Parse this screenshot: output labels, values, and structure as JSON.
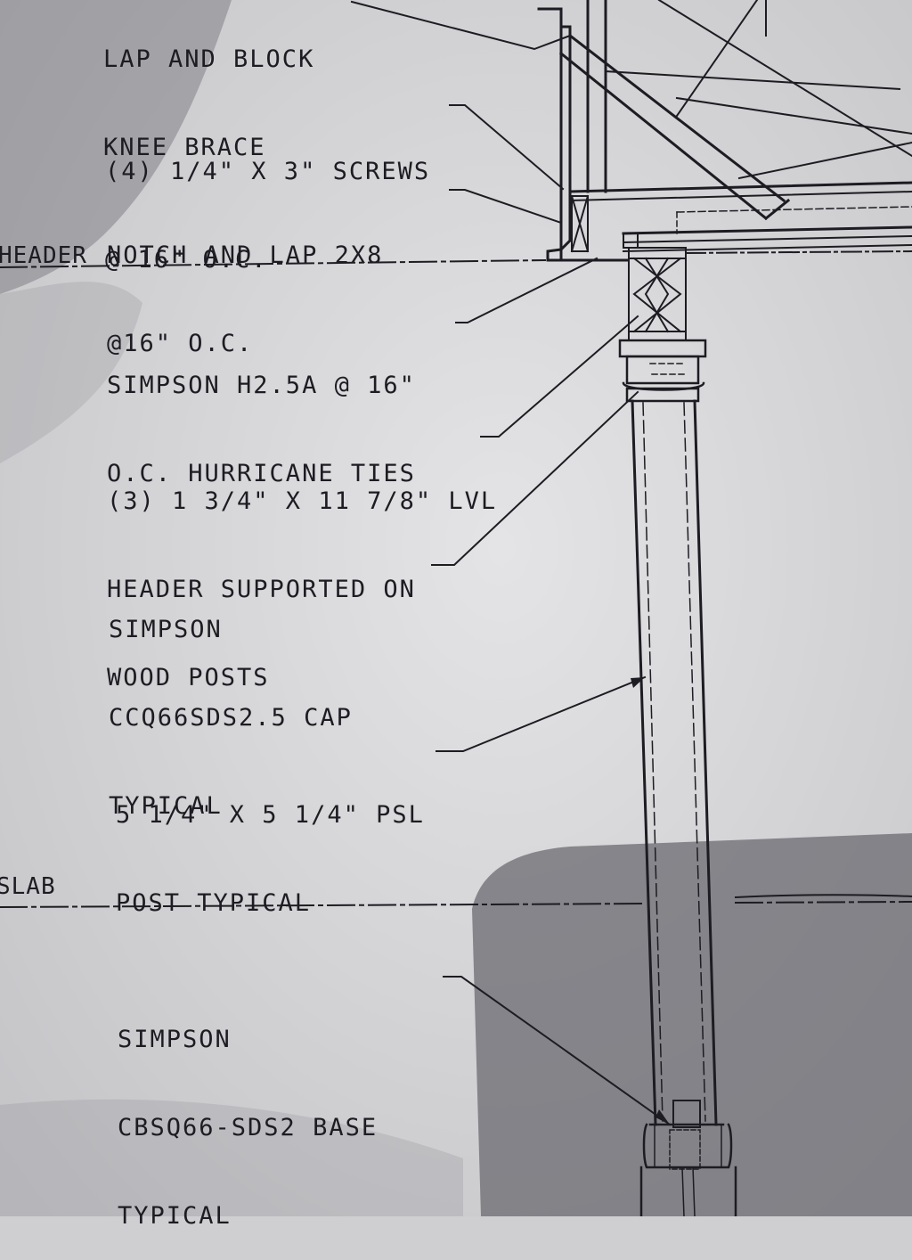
{
  "drawing": {
    "line_color": "#1c1c22",
    "paper_color": "#dcdcde",
    "shadow_color": "#6d6d72",
    "levels": {
      "header": "HEADER",
      "slab": "SLAB"
    },
    "callouts": {
      "knee_brace": [
        "LAP AND BLOCK",
        "KNEE BRACE"
      ],
      "screws": [
        "(4) 1/4\" X 3\" SCREWS",
        "@ 16\" O.C."
      ],
      "notch_lap": [
        "NOTCH AND LAP 2X8",
        "@16\" O.C."
      ],
      "hurricane_ties": [
        "SIMPSON H2.5A @ 16\"",
        "O.C. HURRICANE TIES"
      ],
      "lvl_header": [
        "(3) 1 3/4\" X 11 7/8\" LVL",
        "HEADER SUPPORTED ON",
        "WOOD POSTS"
      ],
      "post_cap": [
        "SIMPSON",
        "CCQ66SDS2.5 CAP",
        "TYPICAL"
      ],
      "psl_post": [
        "5 1/4\" X 5 1/4\" PSL",
        "POST TYPICAL"
      ],
      "post_base": [
        "SIMPSON",
        "CBSQ66-SDS2 BASE",
        "TYPICAL"
      ]
    }
  }
}
